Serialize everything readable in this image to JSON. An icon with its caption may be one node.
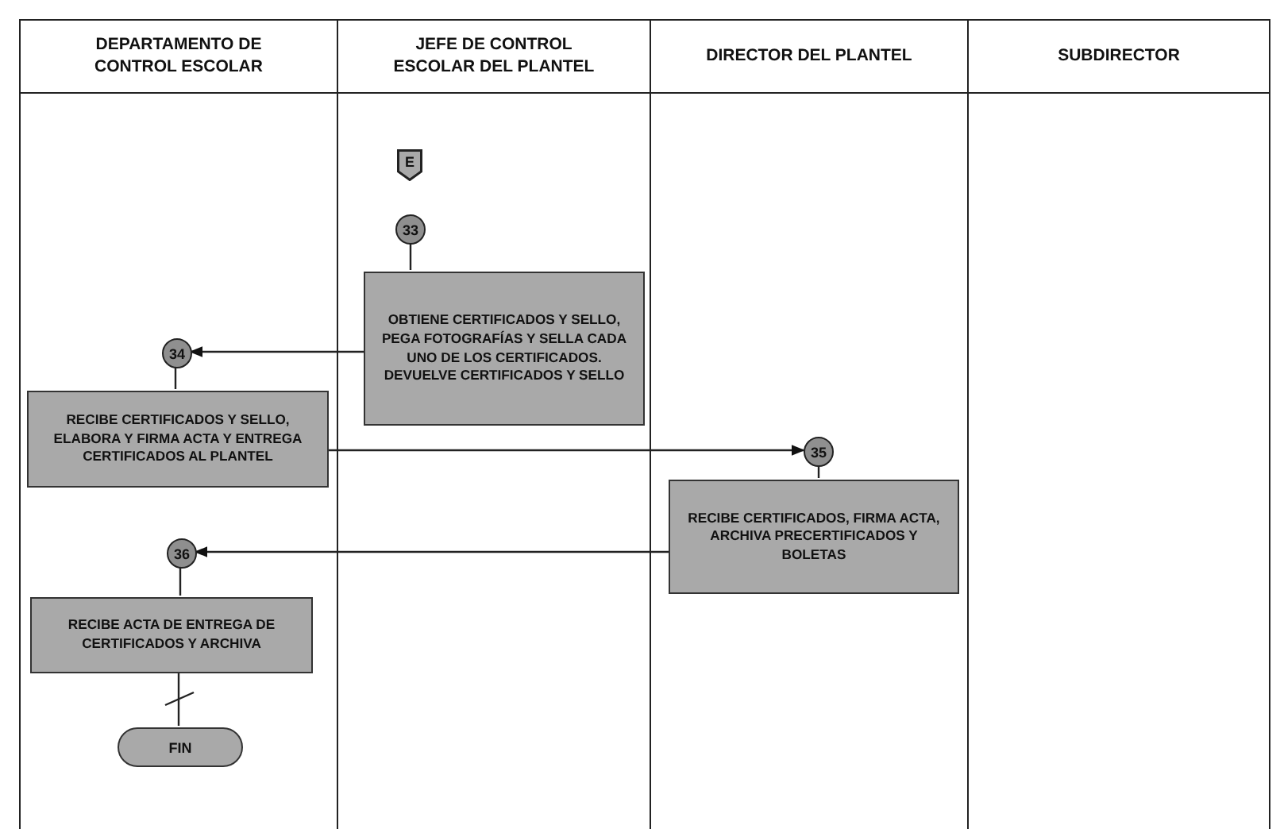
{
  "diagram": {
    "nodes": [
      {
        "text": [
          "DEPARTAMENTO DE CONTROL ESCOLAR"
        ]
      },
      {
        "text": [
          "JEFE DE CONTROL ESCOLAR DEL PLANTEL"
        ]
      },
      {
        "text": [
          "DIRECTOR DEL PLANTEL"
        ]
      },
      {
        "text": [
          "SUBDIRECTOR"
        ]
      },
      {
        "text": [
          "E"
        ],
        "in": 1
      },
      {
        "text": [
          "33"
        ],
        "in": 1
      },
      {
        "text": [
          "OBTIENE CERTIFICADOS Y SELLO, PEGA FOTOGRAFÍAS Y SELLA CADA UNO DE LOS CERTIFICADOS. DEVUELVE CERTIFICADOS Y SELLO"
        ],
        "in": 1
      },
      {
        "text": [
          "34"
        ],
        "in": 0
      },
      {
        "text": [
          "RECIBE CERTIFICADOS Y SELLO, ELABORA Y FIRMA ACTA Y ENTREGA CERTIFICADOS AL PLANTEL"
        ],
        "in": 0
      },
      {
        "text": [
          "35"
        ],
        "in": 2
      },
      {
        "text": [
          "RECIBE CERTIFICADOS, FIRMA ACTA, ARCHIVA PRECERTIFICADOS Y BOLETAS"
        ],
        "in": 2
      },
      {
        "text": [
          "36"
        ],
        "in": 0
      },
      {
        "text": [
          "RECIBE ACTA DE ENTREGA DE CERTIFICADOS Y ARCHIVA"
        ],
        "in": 0
      },
      {
        "text": [
          "FIN"
        ],
        "in": 0
      }
    ],
    "edges": [
      {
        "from": 5,
        "to": 6,
        "arrow": "none"
      },
      {
        "from": 6,
        "to": 7,
        "arrow": "to"
      },
      {
        "from": 7,
        "to": 8,
        "arrow": "none"
      },
      {
        "from": 8,
        "to": 9,
        "arrow": "to"
      },
      {
        "from": 9,
        "to": 10,
        "arrow": "none"
      },
      {
        "from": 10,
        "to": 11,
        "arrow": "to"
      },
      {
        "from": 11,
        "to": 12,
        "arrow": "none"
      },
      {
        "from": 12,
        "to": 13,
        "arrow": "none"
      }
    ]
  }
}
